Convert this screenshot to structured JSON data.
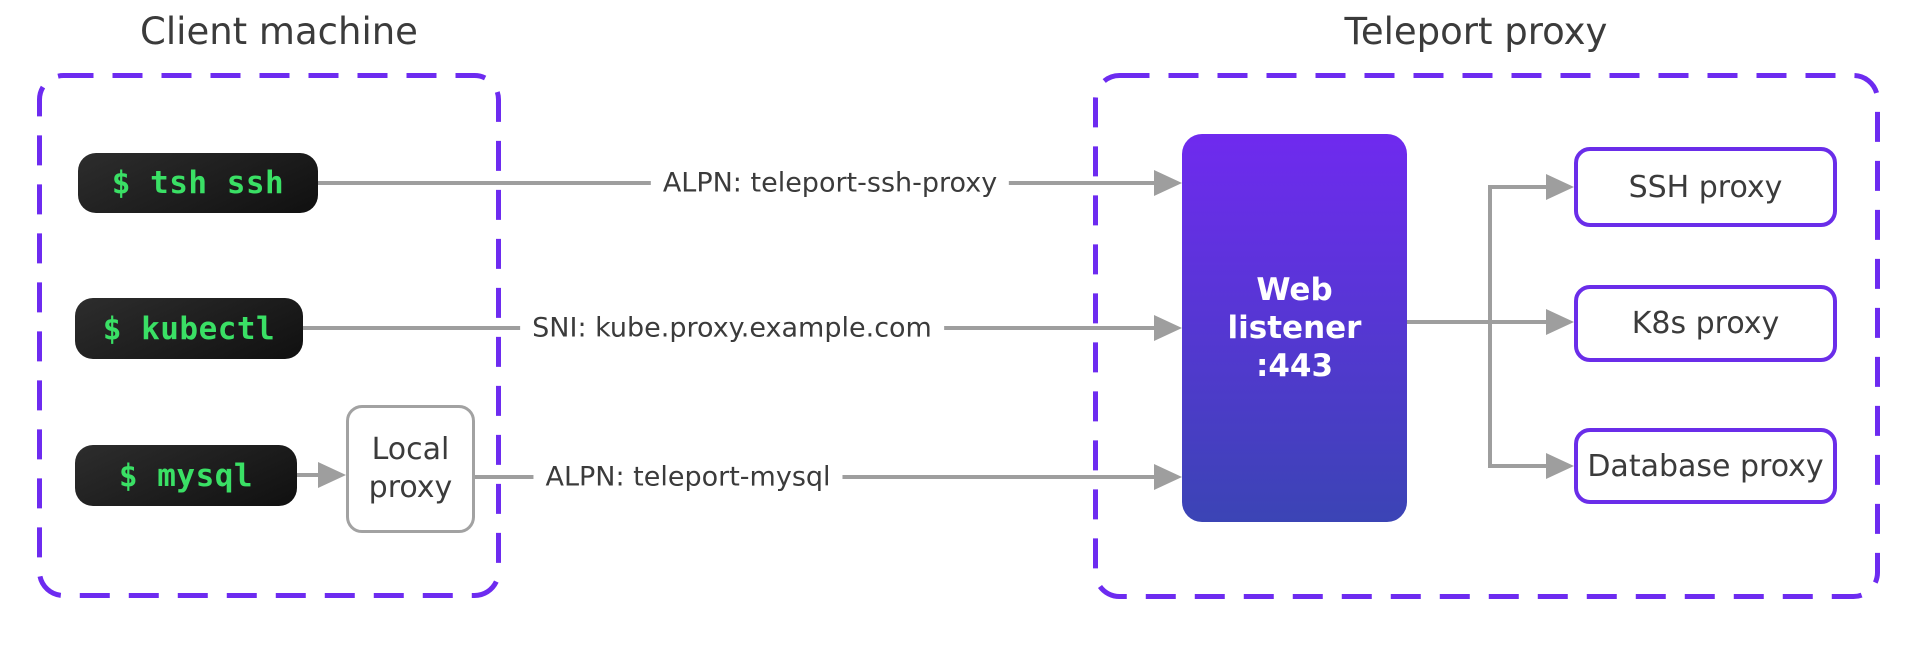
{
  "client": {
    "title": "Client machine",
    "terminals": [
      {
        "command": "$ tsh ssh"
      },
      {
        "command": "$ kubectl"
      },
      {
        "command": "$ mysql"
      }
    ],
    "local_proxy": {
      "label": "Local proxy"
    }
  },
  "teleport": {
    "title": "Teleport proxy",
    "web_listener": {
      "name": "Web listener",
      "port": ":443"
    },
    "proxies": [
      {
        "label": "SSH proxy"
      },
      {
        "label": "K8s proxy"
      },
      {
        "label": "Database proxy"
      }
    ]
  },
  "connections": [
    {
      "label": "ALPN: teleport-ssh-proxy"
    },
    {
      "label": "SNI: kube.proxy.example.com"
    },
    {
      "label": "ALPN: teleport-mysql"
    }
  ],
  "colors": {
    "dashed_border": "#6d2bf0",
    "proxy_border": "#6a2de9",
    "terminal_text": "#3ae065",
    "terminal_bg_top": "#2d2d2d",
    "terminal_bg_bottom": "#101010",
    "listener_top": "#6f2aef",
    "listener_bottom": "#3b44b5",
    "arrow": "#9e9e9e",
    "text": "#3b3b3b"
  }
}
